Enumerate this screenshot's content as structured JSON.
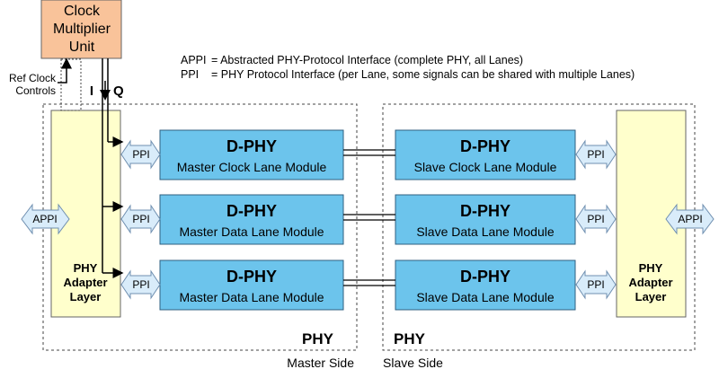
{
  "clock_unit": {
    "lines": [
      "Clock",
      "Multiplier",
      "Unit"
    ]
  },
  "ref_clock": {
    "lines": [
      "Ref Clock",
      "Controls"
    ]
  },
  "signals": {
    "i": "I",
    "q": "Q"
  },
  "legend": {
    "appi_key": "APPI",
    "appi_desc": "= Abstracted PHY-Protocol Interface (complete PHY, all Lanes)",
    "ppi_key": "PPI",
    "ppi_desc": "= PHY Protocol Interface (per Lane, some signals can be shared with multiple Lanes)"
  },
  "master": {
    "adapter_lines": [
      "PHY",
      "Adapter",
      "Layer"
    ],
    "appi": "APPI",
    "modules": [
      {
        "title": "D-PHY",
        "subtitle": "Master Clock Lane Module",
        "ppi": "PPI"
      },
      {
        "title": "D-PHY",
        "subtitle": "Master Data Lane Module",
        "ppi": "PPI"
      },
      {
        "title": "D-PHY",
        "subtitle": "Master Data Lane Module",
        "ppi": "PPI"
      }
    ],
    "phy_label": "PHY",
    "side_label": "Master Side"
  },
  "slave": {
    "adapter_lines": [
      "PHY",
      "Adapter",
      "Layer"
    ],
    "appi": "APPI",
    "modules": [
      {
        "title": "D-PHY",
        "subtitle": "Slave Clock Lane Module",
        "ppi": "PPI"
      },
      {
        "title": "D-PHY",
        "subtitle": "Slave Data Lane Module",
        "ppi": "PPI"
      },
      {
        "title": "D-PHY",
        "subtitle": "Slave Data Lane Module",
        "ppi": "PPI"
      }
    ],
    "phy_label": "PHY",
    "side_label": "Slave Side"
  },
  "colors": {
    "clock_unit_fill": "#f9c39a",
    "adapter_fill": "#ffffcc",
    "module_fill": "#6cc4ec",
    "arrow_fill": "#d9ecfa",
    "arrow_stroke": "#6f8fb0"
  }
}
